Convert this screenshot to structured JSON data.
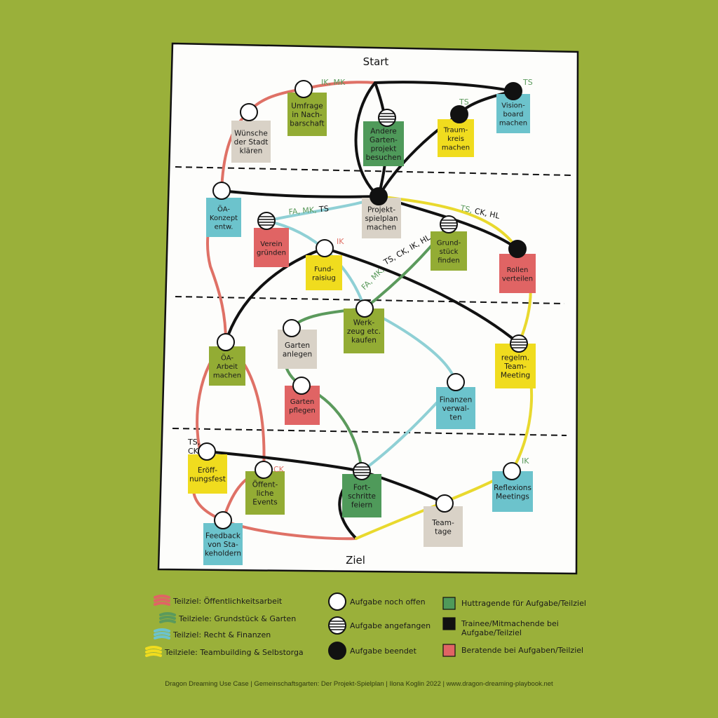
{
  "start_label": "Start",
  "goal_label": "Ziel",
  "colors": {
    "background": "#9ab03a",
    "teal": "#6cc3cc",
    "beige": "#d9d2c7",
    "yellow": "#f0dc1e",
    "red": "#e06464",
    "green_light": "#93ac34",
    "green_dark": "#4f9a5a",
    "path_red": "#df7166",
    "path_green": "#5b9a5c",
    "path_teal": "#8fd0d5",
    "path_yellow": "#e9d92e",
    "path_black": "#111111"
  },
  "tasks": [
    {
      "id": "umfrage",
      "lines": [
        "Umfrage",
        "in Nach-",
        "barschaft"
      ],
      "color": "green_light",
      "status": "open"
    },
    {
      "id": "wuensche",
      "lines": [
        "Wünsche",
        "der Stadt",
        "klären"
      ],
      "color": "beige",
      "status": "open"
    },
    {
      "id": "andere",
      "lines": [
        "Andere",
        "Garten-",
        "projekt",
        "besuchen"
      ],
      "color": "green_dark",
      "status": "started"
    },
    {
      "id": "traumkreis",
      "lines": [
        "Traum-",
        "kreis",
        "machen"
      ],
      "color": "yellow",
      "status": "done"
    },
    {
      "id": "visionboard",
      "lines": [
        "Vision-",
        "board",
        "machen"
      ],
      "color": "teal",
      "status": "done"
    },
    {
      "id": "oa_konzept",
      "lines": [
        "ÖA-",
        "Konzept",
        "entw."
      ],
      "color": "teal",
      "status": "open"
    },
    {
      "id": "projektspielplan",
      "lines": [
        "Projekt-",
        "spielplan",
        "machen"
      ],
      "color": "beige",
      "status": "done"
    },
    {
      "id": "verein",
      "lines": [
        "Verein",
        "gründen"
      ],
      "color": "red",
      "status": "started"
    },
    {
      "id": "fundraising",
      "lines": [
        "Fund-",
        "raisiug"
      ],
      "color": "yellow",
      "status": "open"
    },
    {
      "id": "grundstueck",
      "lines": [
        "Grund-",
        "stück",
        "finden"
      ],
      "color": "green_light",
      "status": "started"
    },
    {
      "id": "rollen",
      "lines": [
        "Rollen",
        "verteilen"
      ],
      "color": "red",
      "status": "done"
    },
    {
      "id": "oa_arbeit",
      "lines": [
        "ÖA-",
        "Arbeit",
        "machen"
      ],
      "color": "green_light",
      "status": "open"
    },
    {
      "id": "garten_anlegen",
      "lines": [
        "Garten",
        "anlegen"
      ],
      "color": "beige",
      "status": "open"
    },
    {
      "id": "werkzeug",
      "lines": [
        "Werk-",
        "zeug etc.",
        "kaufen"
      ],
      "color": "green_light",
      "status": "open"
    },
    {
      "id": "team_meeting",
      "lines": [
        "regelm.",
        "Team-",
        "Meeting"
      ],
      "color": "yellow",
      "status": "started"
    },
    {
      "id": "garten_pflegen",
      "lines": [
        "Garten",
        "pflegen"
      ],
      "color": "red",
      "status": "open"
    },
    {
      "id": "finanzen",
      "lines": [
        "Finanzen",
        "verwal-",
        "ten"
      ],
      "color": "teal",
      "status": "open"
    },
    {
      "id": "eroeffnung",
      "lines": [
        "Eröff-",
        "nungsfest"
      ],
      "color": "yellow",
      "status": "open"
    },
    {
      "id": "oeffentliche",
      "lines": [
        "Öffent-",
        "liche",
        "Events"
      ],
      "color": "green_light",
      "status": "open"
    },
    {
      "id": "fortschritte",
      "lines": [
        "Fort-",
        "schritte",
        "feiern"
      ],
      "color": "green_dark",
      "status": "started"
    },
    {
      "id": "reflexion",
      "lines": [
        "Reflexions",
        "Meetings"
      ],
      "color": "teal",
      "status": "open"
    },
    {
      "id": "teamtage",
      "lines": [
        "Team-",
        "tage"
      ],
      "color": "beige",
      "status": "open"
    },
    {
      "id": "feedback",
      "lines": [
        "Feedback",
        "von Sta-",
        "keholdern"
      ],
      "color": "teal",
      "status": "open"
    }
  ],
  "annotations": [
    {
      "id": "ik_mk",
      "parts": [
        {
          "text": "IK, MK",
          "color": "#5b9a5c"
        }
      ]
    },
    {
      "id": "ts_traum",
      "parts": [
        {
          "text": "TS",
          "color": "#5b9a5c"
        }
      ]
    },
    {
      "id": "ts_vision",
      "parts": [
        {
          "text": "TS",
          "color": "#5b9a5c"
        }
      ]
    },
    {
      "id": "fa_mk_ts",
      "parts": [
        {
          "text": "FA, MK, ",
          "color": "#5b9a5c"
        },
        {
          "text": "TS",
          "color": "#111111"
        }
      ]
    },
    {
      "id": "ts_ck_hl",
      "parts": [
        {
          "text": "TS, ",
          "color": "#5b9a5c"
        },
        {
          "text": "CK, HL",
          "color": "#111111"
        }
      ]
    },
    {
      "id": "ts_ck_ik_hl",
      "parts": [
        {
          "text": "TS, CK, IK, HL",
          "color": "#111111"
        }
      ]
    },
    {
      "id": "fa_mk",
      "parts": [
        {
          "text": "FA, MK,",
          "color": "#5b9a5c"
        }
      ]
    },
    {
      "id": "ik_fund",
      "parts": [
        {
          "text": "IK",
          "color": "#df7166"
        }
      ]
    },
    {
      "id": "ts_ck",
      "parts": [
        {
          "text": "TS,",
          "color": "#111111"
        },
        {
          "text": "CK",
          "color": "#111111"
        }
      ]
    },
    {
      "id": "ck_events",
      "parts": [
        {
          "text": "CK",
          "color": "#df7166"
        }
      ]
    },
    {
      "id": "ik_reflex",
      "parts": [
        {
          "text": "IK",
          "color": "#5b9a5c"
        }
      ]
    }
  ],
  "legend": {
    "paths": [
      {
        "label": "Teilziel: Öffentlichkeitsarbeit",
        "color": "#e06464"
      },
      {
        "label": "Teilziele: Grundstück & Garten",
        "color": "#5b9a5c"
      },
      {
        "label": "Teilziel: Recht & Finanzen",
        "color": "#6cc3cc"
      },
      {
        "label": "Teilziele: Teambuilding & Selbstorga",
        "color": "#f0dc1e"
      }
    ],
    "status": [
      {
        "label": "Aufgabe noch offen",
        "status": "open"
      },
      {
        "label": "Aufgabe angefangen",
        "status": "started"
      },
      {
        "label": "Aufgabe beendet",
        "status": "done"
      }
    ],
    "roles": [
      {
        "lines": [
          "Huttragende für Aufgabe/Teilziel"
        ],
        "color": "#4f9a5a"
      },
      {
        "lines": [
          "Trainee/Mitmachende bei",
          "Aufgabe/Teilziel"
        ],
        "color": "#111111"
      },
      {
        "lines": [
          "Beratende bei Aufgaben/Teilziel"
        ],
        "color": "#e06464"
      }
    ]
  },
  "footer": "Dragon Dreaming Use Case | Gemeinschaftsgarten: Der Projekt-Spielplan | Ilona Koglin 2022 | www.dragon-dreaming-playbook.net"
}
